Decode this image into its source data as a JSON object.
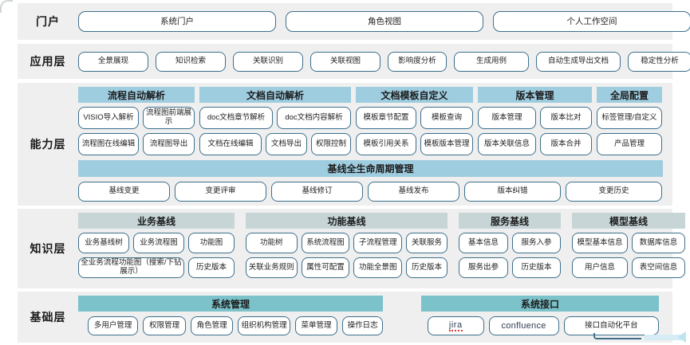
{
  "bands": [
    {
      "id": "portal",
      "label": "门户",
      "buttons": [
        "系统门户",
        "角色视图",
        "个人工作空间"
      ]
    },
    {
      "id": "application",
      "label": "应用层",
      "buttons": [
        "全景展现",
        "知识检索",
        "关联识别",
        "关联视图",
        "影响度分析",
        "生成用例",
        "自动生成导出文档",
        "稳定性分析"
      ]
    },
    {
      "id": "capability",
      "label": "能力层",
      "columns": [
        {
          "title": "流程自动解析",
          "rows": [
            [
              "VISIO导入解析",
              "流程图前端展示"
            ],
            [
              "流程图在线编辑",
              "流程图导出"
            ]
          ]
        },
        {
          "title": "文档自动解析",
          "rows": [
            [
              "doc文档章节解析",
              "doc文档内容解析"
            ],
            [
              "文档在线编辑",
              "文档导出",
              "权限控制"
            ]
          ]
        },
        {
          "title": "文档模板自定义",
          "rows": [
            [
              "模板章节配置",
              "模板查询"
            ],
            [
              "模板引用关系",
              "模板版本管理"
            ]
          ]
        },
        {
          "title": "版本管理",
          "rows": [
            [
              "版本管理",
              "版本比对"
            ],
            [
              "版本关联信息",
              "版本合并"
            ]
          ]
        },
        {
          "title": "全局配置",
          "rows": [
            [
              "标签管理/自定义"
            ],
            [
              "产品管理"
            ]
          ]
        }
      ],
      "lifecycle_title": "基线全生命周期管理",
      "lifecycle_buttons": [
        "基线变更",
        "变更评审",
        "基线修订",
        "基线发布",
        "版本纠错",
        "变更历史"
      ]
    },
    {
      "id": "knowledge",
      "label": "知识层",
      "columns": [
        {
          "title": "业务基线",
          "rows": [
            [
              "业务基线树",
              "业务流程图",
              "功能图"
            ],
            [
              "全业务流程功能图（搜索/下钻展示）",
              "历史版本"
            ]
          ]
        },
        {
          "title": "功能基线",
          "rows": [
            [
              "功能树",
              "系统流程图",
              "子流程管理",
              "关联服务"
            ],
            [
              "关联业务规则",
              "属性可配置",
              "功能全景图",
              "历史版本"
            ]
          ]
        },
        {
          "title": "服务基线",
          "rows": [
            [
              "基本信息",
              "服务入参"
            ],
            [
              "服务出参",
              "历史版本"
            ]
          ]
        },
        {
          "title": "模型基线",
          "rows": [
            [
              "模型基本信息",
              "数据库信息"
            ],
            [
              "用户信息",
              "表空间信息"
            ]
          ]
        }
      ]
    },
    {
      "id": "foundation",
      "label": "基础层",
      "groups": [
        {
          "title": "系统管理",
          "buttons": [
            "多用户管理",
            "权限管理",
            "角色管理",
            "组织机构管理",
            "菜单管理",
            "操作日志"
          ]
        },
        {
          "title": "系统接口",
          "buttons": [
            "jira",
            "confluence",
            "接口自动化平台"
          ]
        }
      ]
    }
  ],
  "colors": {
    "band_bg": "#efefef",
    "header_blue": "#9fcde0",
    "header_gray": "#c7d5d7",
    "header_teal": "#7cc2ca",
    "pill_border": "#3c6f8c",
    "text": "#1a1a1a"
  }
}
